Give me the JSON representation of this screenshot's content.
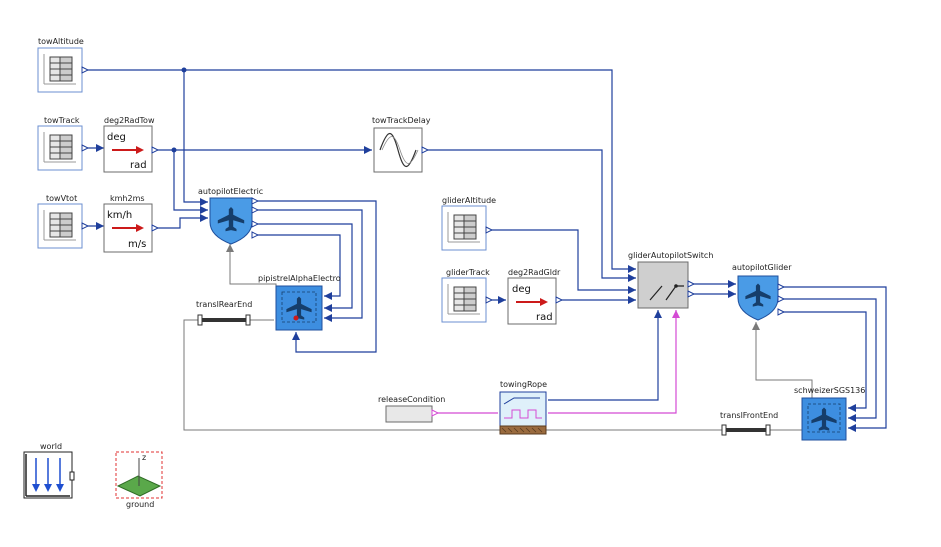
{
  "blocks": {
    "towAltitude": "towAltitude",
    "towTrack": "towTrack",
    "deg2RadTow": "deg2RadTow",
    "towVtot": "towVtot",
    "kmh2ms": "kmh2ms",
    "autopilotElectric": "autopilotElectric",
    "towTrackDelay": "towTrackDelay",
    "pipistrelAlphaElectro": "pipistrelAlphaElectro",
    "translRearEnd": "translRearEnd",
    "gliderAltitude": "gliderAltitude",
    "gliderTrack": "gliderTrack",
    "deg2RadGldr": "deg2RadGldr",
    "gliderAutopilotSwitch": "gliderAutopilotSwitch",
    "autopilotGlider": "autopilotGlider",
    "releaseCondition": "releaseCondition",
    "towingRope": "towingRope",
    "translFrontEnd": "translFrontEnd",
    "schweizerSGS136": "schweizerSGS136",
    "world": "world",
    "ground": "ground"
  },
  "units": {
    "deg": "deg",
    "rad": "rad",
    "kmh": "km/h",
    "ms": "m/s",
    "deg2": "deg",
    "rad2": "rad"
  },
  "colors": {
    "signal_wire": "#1f3f9c",
    "boolean_wire": "#d44bd4",
    "mechanical_wire": "#7a7a7a",
    "aircraft_block": "#3d8ee0",
    "conversion_arrow": "#cc1a1a"
  }
}
